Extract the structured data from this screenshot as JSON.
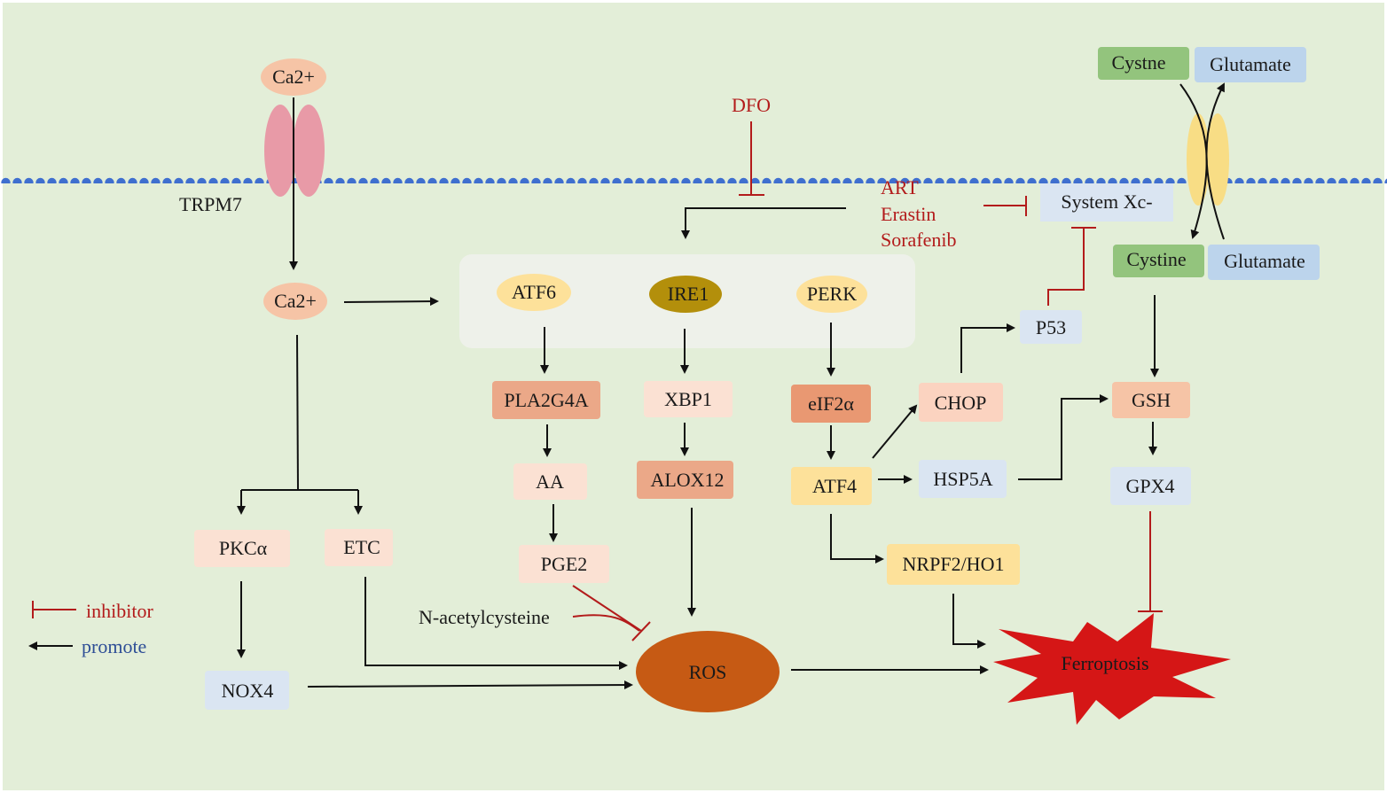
{
  "labels": {
    "ca_top": "Ca2+",
    "ca_mid": "Ca2+",
    "trpm7": "TRPM7",
    "dfo": "DFO",
    "art": "ART",
    "erastin": "Erastin",
    "sorafenib": "Sorafenib",
    "system_xc": "System Xc-",
    "cystne": "Cystne",
    "glutamate_top": "Glutamate",
    "cystine": "Cystine",
    "glutamate_bottom": "Glutamate",
    "atf6": "ATF6",
    "ire1": "IRE1",
    "perk": "PERK",
    "pla2g4a": "PLA2G4A",
    "xbp1": "XBP1",
    "eif2a": "eIF2α",
    "aa": "AA",
    "alox12": "ALOX12",
    "atf4": "ATF4",
    "chop": "CHOP",
    "p53": "P53",
    "hsp5a": "HSP5A",
    "gsh": "GSH",
    "gpx4": "GPX4",
    "pge2": "PGE2",
    "nrpf2": "NRPF2/HO1",
    "pkca": "PKCα",
    "etc": "ETC",
    "nox4": "NOX4",
    "nac": "N-acetylcysteine",
    "ros": "ROS",
    "ferroptosis": "Ferroptosis"
  },
  "legend": {
    "inhibitor": "inhibitor",
    "promote": "promote"
  },
  "colors": {
    "background": "#e3eed8",
    "membrane_head": "#3f6fcf",
    "membrane_tail": "#5a7ed3",
    "inhibit": "#b31b1b",
    "arrow": "#111111",
    "peach": "#f6c4a6",
    "light_peach": "#fbe1d3",
    "salmon": "#eba888",
    "orange": "#e99872",
    "yellow": "#fde19a",
    "olive": "#b38f0b",
    "light_blue": "#dae5f2",
    "blue_box": "#bcd4ec",
    "green_box": "#93c47d",
    "ros": "#c65a14",
    "ferroptosis": "#d51616",
    "channel_pink": "#e89aa7",
    "transporter_yellow": "#f8dd85",
    "er_panel": "#eef1ea"
  }
}
